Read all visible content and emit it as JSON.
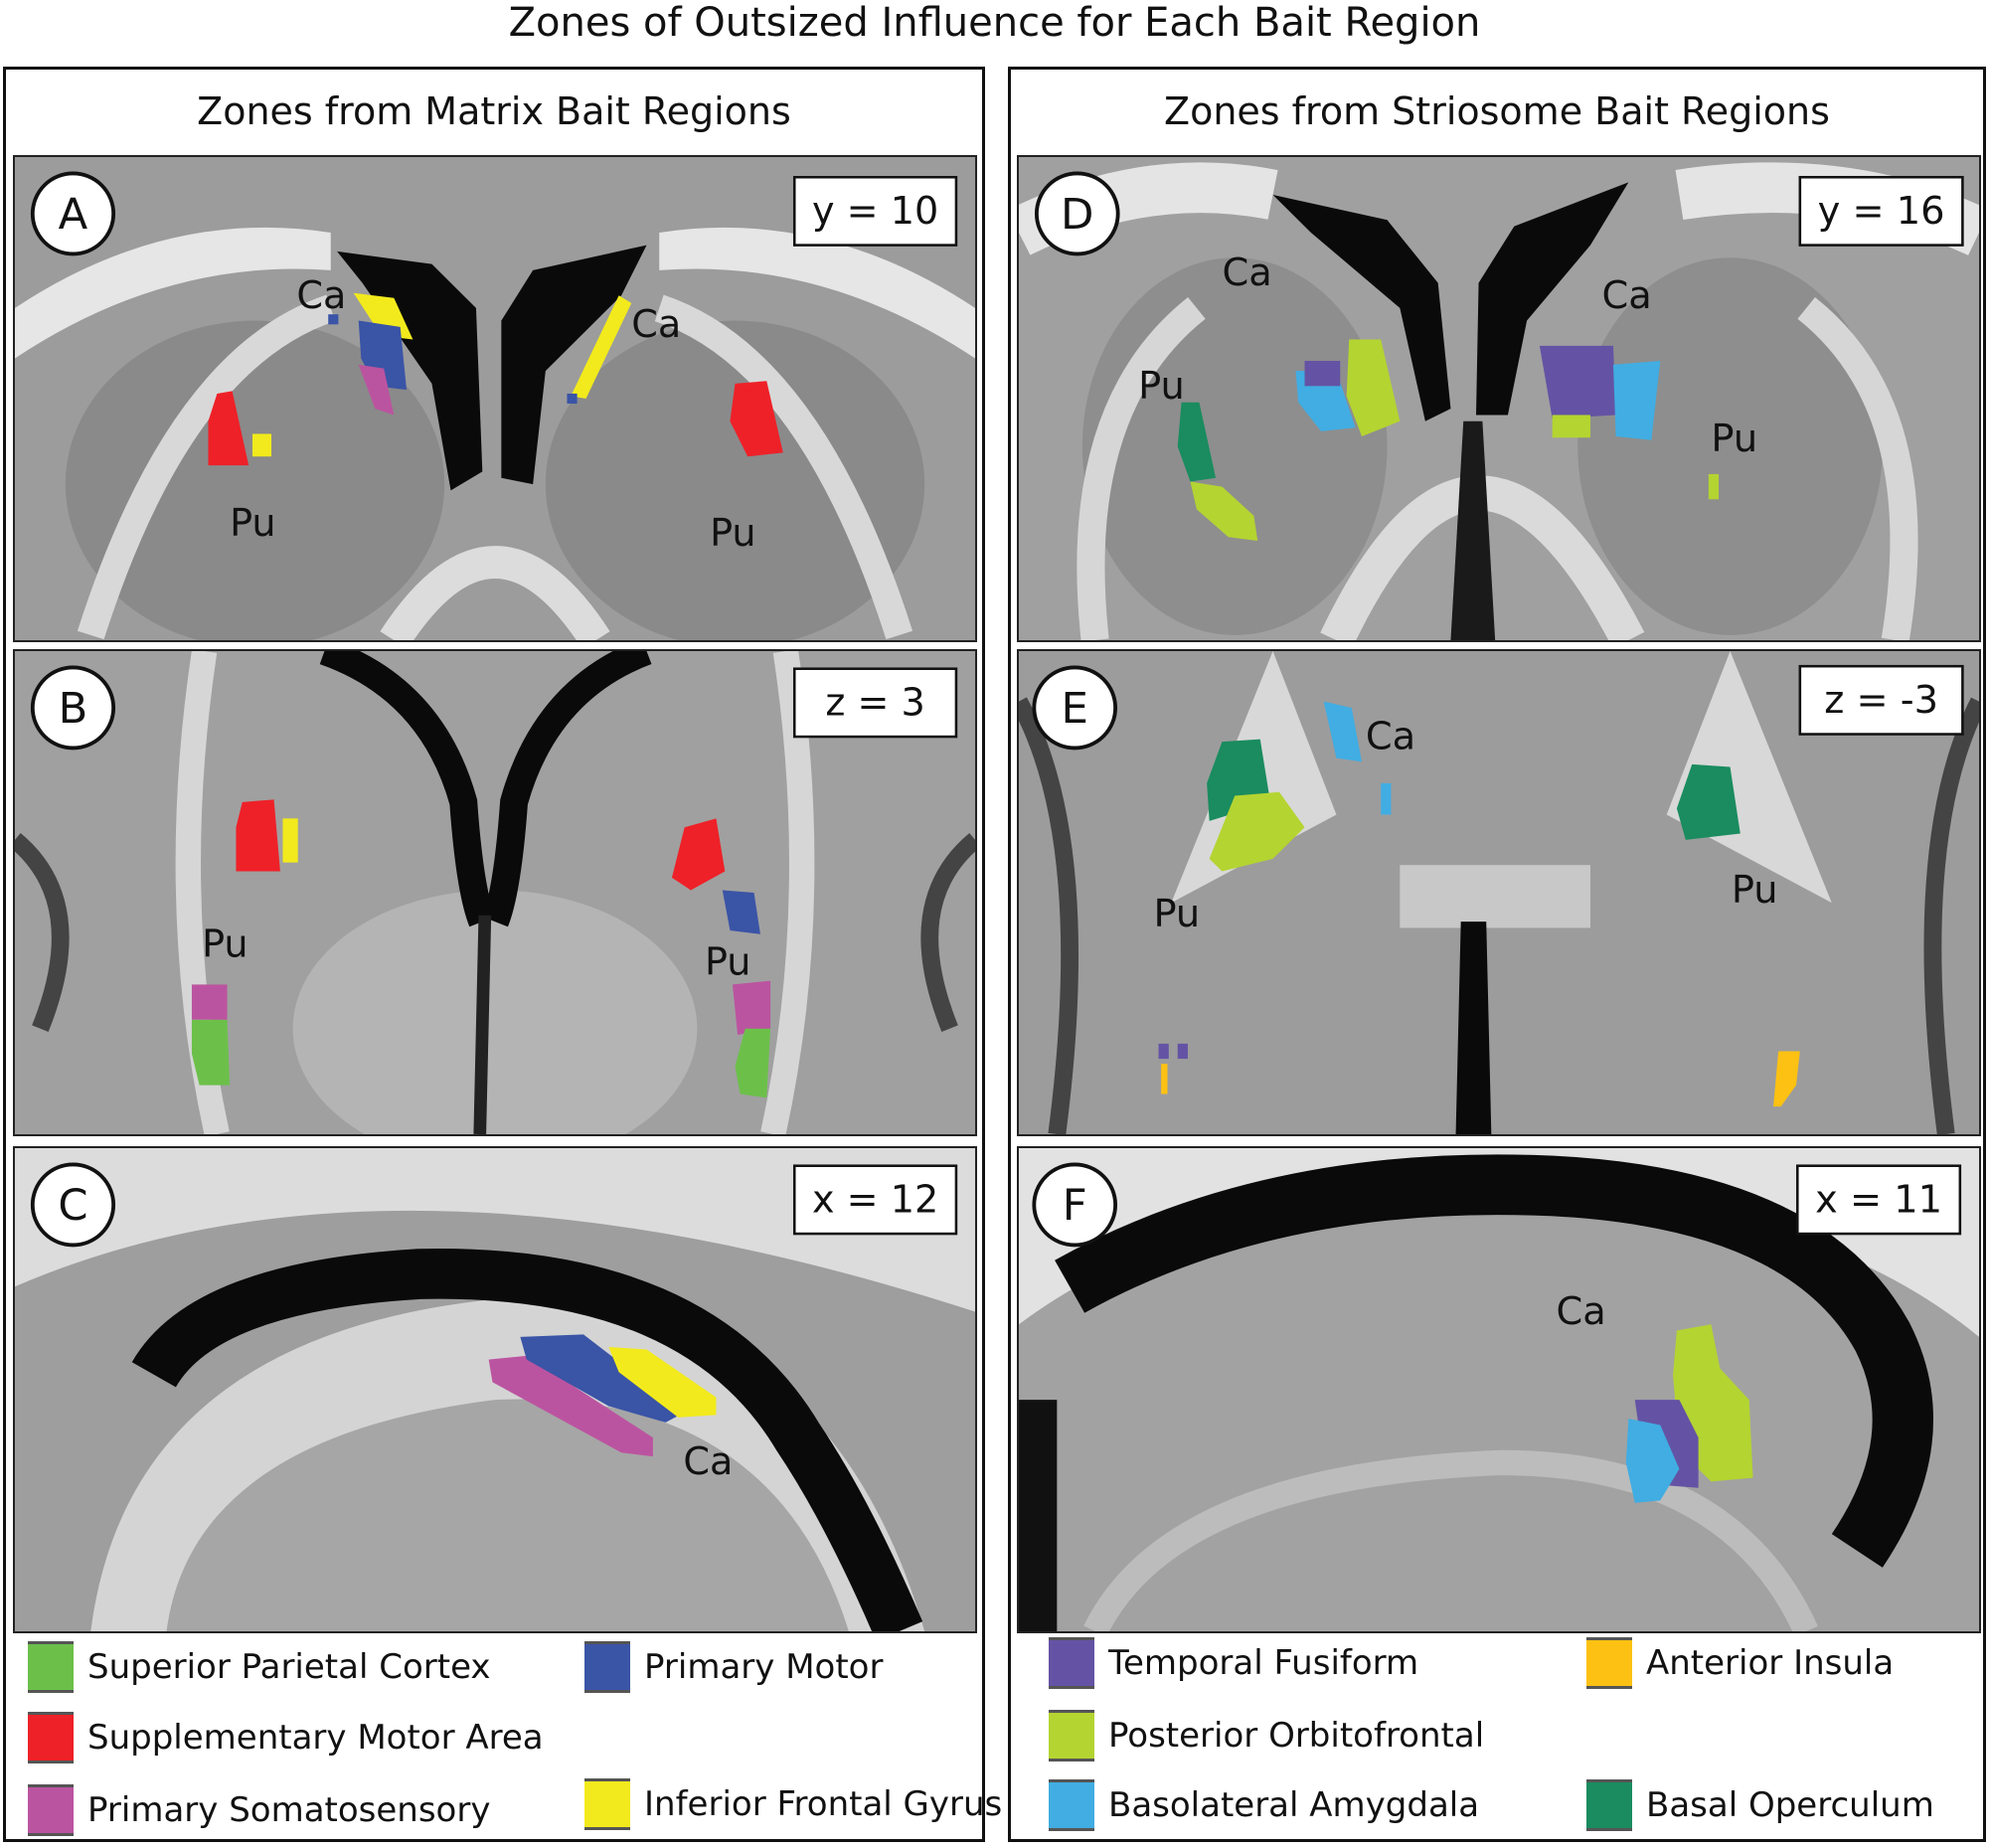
{
  "figure": {
    "title": "Zones of Outsized Influence for Each Bait Region"
  },
  "left_group": {
    "subtitle": "Zones from Matrix Bait Regions",
    "panels": [
      {
        "letter": "A",
        "coord": "y = 10",
        "labels": [
          "Ca",
          "Ca",
          "Pu",
          "Pu"
        ]
      },
      {
        "letter": "B",
        "coord": "z = 3",
        "labels": [
          "Pu",
          "Pu"
        ]
      },
      {
        "letter": "C",
        "coord": "x = 12",
        "labels": [
          "Ca"
        ]
      }
    ],
    "legend": [
      {
        "label": "Superior Parietal Cortex",
        "color": "#6cc04a"
      },
      {
        "label": "Primary Motor",
        "color": "#3a54a6"
      },
      {
        "label": "Supplementary Motor Area",
        "color": "#ee2128"
      },
      {
        "label": "Primary Somatosensory",
        "color": "#bb54a0"
      },
      {
        "label": "Inferior Frontal Gyrus",
        "color": "#f2ea1c"
      }
    ]
  },
  "right_group": {
    "subtitle": "Zones from Striosome Bait Regions",
    "panels": [
      {
        "letter": "D",
        "coord": "y = 16",
        "labels": [
          "Ca",
          "Ca",
          "Pu",
          "Pu"
        ]
      },
      {
        "letter": "E",
        "coord": "z = -3",
        "labels": [
          "Ca",
          "Pu",
          "Pu"
        ]
      },
      {
        "letter": "F",
        "coord": "x = 11",
        "labels": [
          "Ca"
        ]
      }
    ],
    "legend": [
      {
        "label": "Temporal Fusiform",
        "color": "#6453a4"
      },
      {
        "label": "Anterior Insula",
        "color": "#fcc112"
      },
      {
        "label": "Posterior Orbitofrontal",
        "color": "#b4d431"
      },
      {
        "label": "Basolateral Amygdala",
        "color": "#41ade2"
      },
      {
        "label": "Basal Operculum",
        "color": "#1a8c5f"
      }
    ]
  }
}
